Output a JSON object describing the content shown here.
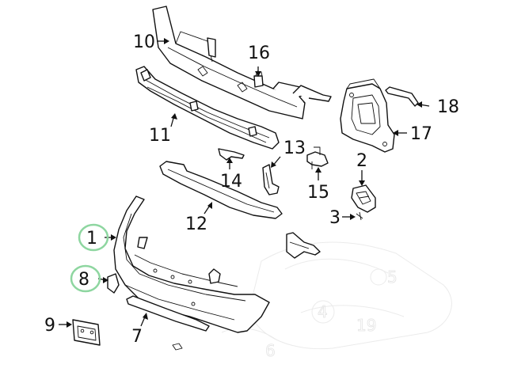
{
  "diagram": {
    "callouts": [
      {
        "id": "1",
        "label": "1",
        "highlighted": true
      },
      {
        "id": "2",
        "label": "2",
        "highlighted": false
      },
      {
        "id": "3",
        "label": "3",
        "highlighted": false
      },
      {
        "id": "7",
        "label": "7",
        "highlighted": false
      },
      {
        "id": "8",
        "label": "8",
        "highlighted": true
      },
      {
        "id": "9",
        "label": "9",
        "highlighted": false
      },
      {
        "id": "10",
        "label": "10",
        "highlighted": false
      },
      {
        "id": "11",
        "label": "11",
        "highlighted": false
      },
      {
        "id": "12",
        "label": "12",
        "highlighted": false
      },
      {
        "id": "13",
        "label": "13",
        "highlighted": false
      },
      {
        "id": "14",
        "label": "14",
        "highlighted": false
      },
      {
        "id": "15",
        "label": "15",
        "highlighted": false
      },
      {
        "id": "16",
        "label": "16",
        "highlighted": false
      },
      {
        "id": "17",
        "label": "17",
        "highlighted": false
      },
      {
        "id": "18",
        "label": "18",
        "highlighted": false
      }
    ],
    "watermark_labels": [
      "5",
      "4",
      "19",
      "6"
    ],
    "colors": {
      "line": "#111111",
      "highlight_ring": "#8ed6a0",
      "watermark": "#e4e4e4"
    }
  }
}
